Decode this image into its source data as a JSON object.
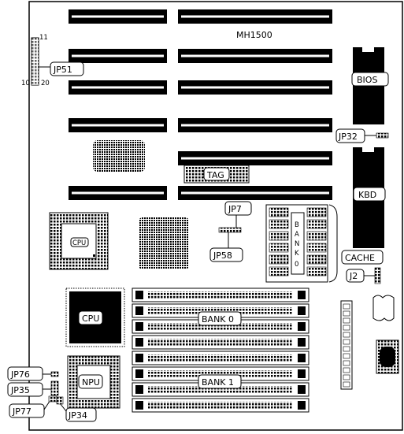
{
  "board": {
    "model": "MH1500"
  },
  "labels": {
    "jp51": "JP51",
    "pin11": "11",
    "pin10": "10",
    "pin20": "20",
    "bios": "BIOS",
    "jp32": "JP32",
    "tag": "TAG",
    "kbd": "KBD",
    "jp7": "JP7",
    "jp58": "JP58",
    "cpu_small": "CPU",
    "bank0_cache": [
      "B",
      "A",
      "N",
      "K",
      "0"
    ],
    "cache": "CACHE",
    "jp2": "J2",
    "cpu": "CPU",
    "simm_bank0": "BANK 0",
    "simm_bank1": "BANK 1",
    "npu": "NPU",
    "jp76": "JP76",
    "jp35": "JP35",
    "jp77": "JP77",
    "jp34": "JP34"
  },
  "colors": {
    "ink": "#000000",
    "paper": "#ffffff"
  }
}
